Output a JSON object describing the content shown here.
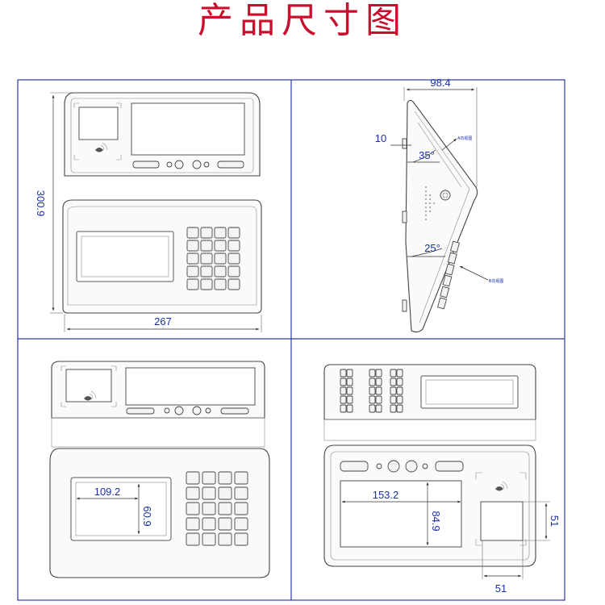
{
  "title": "产品尺寸图",
  "colors": {
    "title": "#c8102e",
    "frame": "#2b3aa0",
    "dimension_text": "#1a2fa8",
    "outline": "#444444"
  },
  "front_view": {
    "height_label": "300.9",
    "width_label": "267"
  },
  "side_view": {
    "depth_label": "98.4",
    "offset_label": "10",
    "upper_angle_label": "35°",
    "lower_angle_label": "25°",
    "view_a_label": "A向视图",
    "view_b_label": "B向视图"
  },
  "lower_panel_view": {
    "screen_width_label": "109.2",
    "screen_height_label": "60.9"
  },
  "upper_panel_view": {
    "screen_width_label": "153.2",
    "screen_height_label": "84.9",
    "card_area_height_label": "51",
    "card_area_width_label": "51"
  }
}
